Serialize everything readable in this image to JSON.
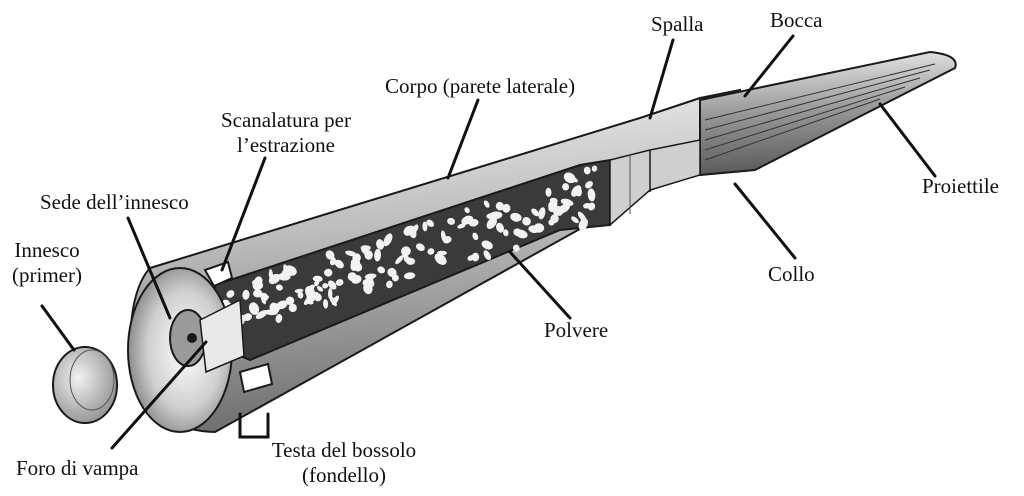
{
  "labels": {
    "spalla": "Spalla",
    "bocca": "Bocca",
    "corpo": "Corpo (parete laterale)",
    "scanalatura_1": "Scanalatura per",
    "scanalatura_2": "l’estrazione",
    "sede_innesco": "Sede dell’innesco",
    "innesco_1": "Innesco",
    "innesco_2": "(primer)",
    "proiettile": "Proiettile",
    "collo": "Collo",
    "polvere": "Polvere",
    "foro_vampa": "Foro di vampa",
    "testa_1": "Testa del bossolo",
    "testa_2": "(fondello)"
  },
  "colors": {
    "outline": "#1a1a1a",
    "metal_light": "#d9d9d9",
    "metal_dark": "#8c8c8c",
    "powder": "#222222",
    "background": "#ffffff"
  }
}
